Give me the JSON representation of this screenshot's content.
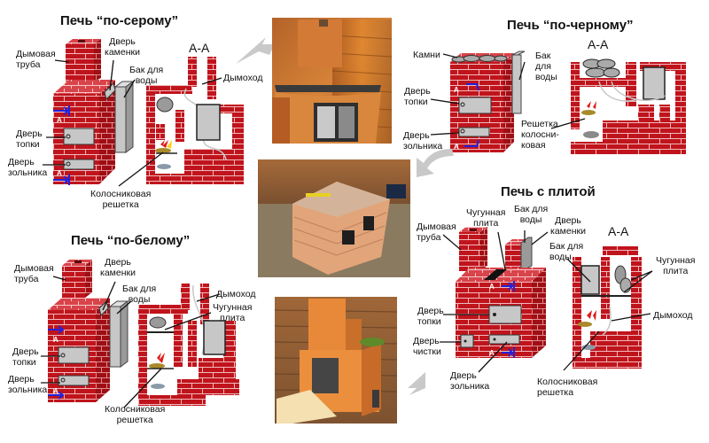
{
  "colors": {
    "brick": "#c0141c",
    "brick_dark": "#8e0c12",
    "brick_top": "#d9434a",
    "mortar": "#f1b9bb",
    "metal": "#c7c7c7",
    "arrow_blue": "#2222dd",
    "big_arrow": "#c9c9c9"
  },
  "section_marker": "А-А",
  "axis_marker": "А",
  "panels": {
    "gray": {
      "title": "Печь “по-серому”",
      "labels": {
        "chimney": "Дымовая\nтруба",
        "heater_door": "Дверь\nкаменки",
        "water_tank": "Бак для\nводы",
        "flue": "Дымоход",
        "firebox_door": "Дверь\nтопки",
        "ash_door": "Дверь\nзольника",
        "grate": "Колосниковая\nрешетка"
      }
    },
    "black": {
      "title": "Печь “по-черному”",
      "labels": {
        "stones": "Камни",
        "water_tank": "Бак\nдля\nводы",
        "firebox_door": "Дверь\nтопки",
        "ash_door": "Дверь\nзольника",
        "grate": "Решетка\nколосни-\nковая"
      }
    },
    "white": {
      "title": "Печь “по-белому”",
      "labels": {
        "chimney": "Дымовая\nтруба",
        "heater_door": "Дверь\nкаменки",
        "water_tank": "Бак для\nводы",
        "flue": "Дымоход",
        "cast_iron_plate": "Чугунная\nплита",
        "firebox_door": "Дверь\nтопки",
        "ash_door": "Дверь\nзольника",
        "grate": "Колосниковая\nрешетка"
      }
    },
    "stove": {
      "title": "Печь с плитой",
      "labels": {
        "chimney": "Дымовая\nтруба",
        "cast_iron_plate_top": "Чугунная\nплита",
        "water_tank_top": "Бак для\nводы",
        "heater_door": "Дверь\nкаменки",
        "water_tank": "Бак для\nводы",
        "cast_iron_plate": "Чугунная\nплита",
        "flue": "Дымоход",
        "firebox_door": "Дверь\nтопки",
        "cleaning_door": "Дверь\nчистки",
        "ash_door": "Дверь\nзольника",
        "grate": "Колосниковая\nрешетка"
      }
    }
  },
  "photos": [
    {
      "name": "photo-sauna-stove-tiled"
    },
    {
      "name": "photo-stove-under-construction"
    },
    {
      "name": "photo-sauna-stove-with-chimney"
    }
  ]
}
